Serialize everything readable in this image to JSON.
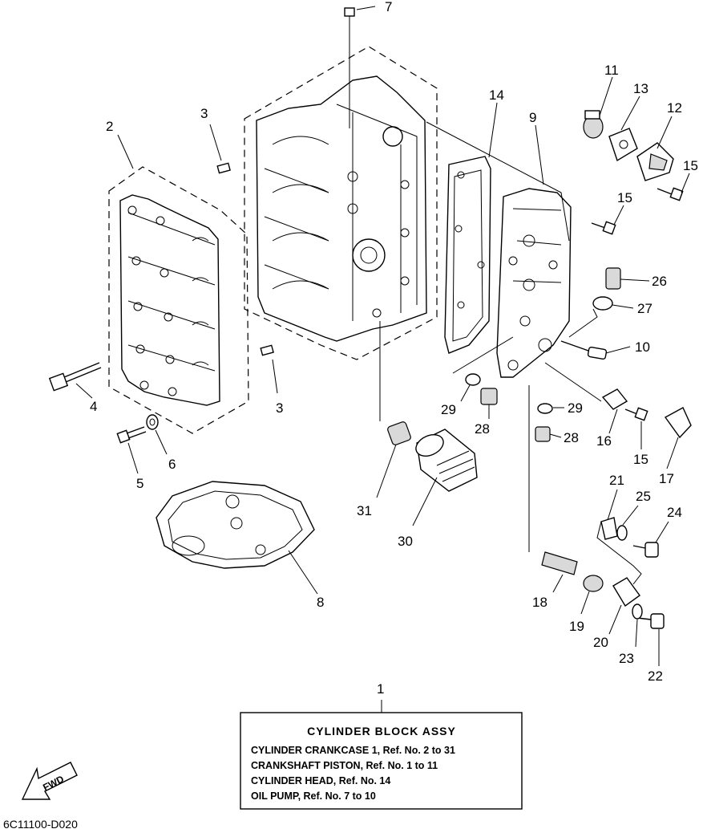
{
  "callouts": [
    {
      "id": "1",
      "text": "1"
    },
    {
      "id": "2",
      "text": "2"
    },
    {
      "id": "3a",
      "text": "3"
    },
    {
      "id": "3b",
      "text": "3"
    },
    {
      "id": "4",
      "text": "4"
    },
    {
      "id": "5",
      "text": "5"
    },
    {
      "id": "6",
      "text": "6"
    },
    {
      "id": "7",
      "text": "7"
    },
    {
      "id": "8",
      "text": "8"
    },
    {
      "id": "9",
      "text": "9"
    },
    {
      "id": "10",
      "text": "10"
    },
    {
      "id": "11",
      "text": "11"
    },
    {
      "id": "12",
      "text": "12"
    },
    {
      "id": "13",
      "text": "13"
    },
    {
      "id": "14",
      "text": "14"
    },
    {
      "id": "15a",
      "text": "15"
    },
    {
      "id": "15b",
      "text": "15"
    },
    {
      "id": "15c",
      "text": "15"
    },
    {
      "id": "16",
      "text": "16"
    },
    {
      "id": "17",
      "text": "17"
    },
    {
      "id": "18",
      "text": "18"
    },
    {
      "id": "19",
      "text": "19"
    },
    {
      "id": "20",
      "text": "20"
    },
    {
      "id": "21",
      "text": "21"
    },
    {
      "id": "22",
      "text": "22"
    },
    {
      "id": "23",
      "text": "23"
    },
    {
      "id": "24",
      "text": "24"
    },
    {
      "id": "25",
      "text": "25"
    },
    {
      "id": "26",
      "text": "26"
    },
    {
      "id": "27",
      "text": "27"
    },
    {
      "id": "28a",
      "text": "28"
    },
    {
      "id": "28b",
      "text": "28"
    },
    {
      "id": "29a",
      "text": "29"
    },
    {
      "id": "29b",
      "text": "29"
    },
    {
      "id": "30",
      "text": "30"
    },
    {
      "id": "31",
      "text": "31"
    }
  ],
  "assembly_box": {
    "title": "CYLINDER BLOCK ASSY",
    "lines": [
      "CYLINDER CRANKCASE 1, Ref. No. 2 to 31",
      "CRANKSHAFT PISTON, Ref. No. 1 to 11",
      "CYLINDER HEAD, Ref. No. 14",
      "OIL PUMP, Ref. No. 7 to 10"
    ]
  },
  "fwd_arrow_label": "FWD",
  "diagram_code": "6C11100-D020"
}
